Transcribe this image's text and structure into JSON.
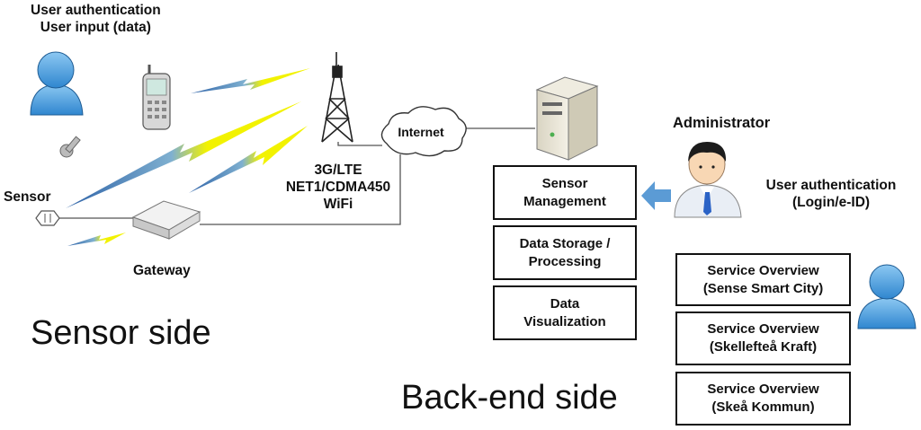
{
  "labels": {
    "user_auth_top": "User authentication",
    "user_input": "User input (data)",
    "sensor": "Sensor",
    "gateway": "Gateway",
    "network_line1": "3G/LTE",
    "network_line2": "NET1/CDMA450",
    "network_line3": "WiFi",
    "internet": "Internet",
    "administrator": "Administrator",
    "admin_auth_line1": "User authentication",
    "admin_auth_line2": "(Login/e-ID)"
  },
  "sides": {
    "sensor_side": "Sensor side",
    "backend_side": "Back-end side"
  },
  "backend_boxes": [
    {
      "line1": "Sensor",
      "line2": "Management"
    },
    {
      "line1": "Data Storage /",
      "line2": "Processing"
    },
    {
      "line1": "Data",
      "line2": "Visualization"
    }
  ],
  "service_boxes": [
    {
      "line1": "Service Overview",
      "line2": "(Sense Smart City)"
    },
    {
      "line1": "Service Overview",
      "line2": "(Skellefteå Kraft)"
    },
    {
      "line1": "Service Overview",
      "line2": "(Skeå Kommun)"
    }
  ],
  "colors": {
    "person_blue": "#5aa9e6",
    "lightning_yellow": "#e8e81a",
    "lightning_blue": "#3a6fb0",
    "arrow_blue": "#5b9bd5"
  }
}
